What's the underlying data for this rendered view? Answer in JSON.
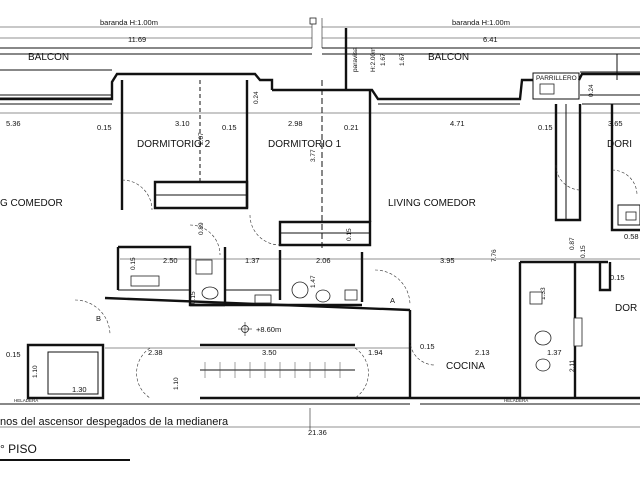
{
  "railing_left": "baranda H:1.00m",
  "railing_right": "baranda H:1.00m",
  "railing_dims": {
    "left": "11.69",
    "right": "6.41"
  },
  "windbreak": "paravisa",
  "windbreak_height": "H:2.00m",
  "windbreak_dims": [
    "1.67",
    "1.67"
  ],
  "rooms": {
    "balcon_left": "BALCON",
    "balcon_right": "BALCON",
    "grill": "PARRILLERO",
    "bedroom_2": "DORMITORIO 2",
    "bedroom_1": "DORMITORIO 1",
    "bedroom_right": "DORI",
    "bedroom_far_right": "DOR",
    "living_left": "G COMEDOR",
    "living_center": "LIVING COMEDOR",
    "kitchen": "COCINA"
  },
  "marks": {
    "a": "A",
    "b": "B"
  },
  "level": "+8.60m",
  "fridge_label": "HELADERA",
  "dimensions": {
    "left_width": "5.36",
    "bedroom2_width": "3.10",
    "bedroom1_width": "2.98",
    "living_width": "4.71",
    "right_width": "3.65",
    "wall_a": "0.15",
    "wall_b": "0.15",
    "wall_c": "0.21",
    "wall_d": "0.15",
    "wall_e": "0.24",
    "wall_f": "0.24",
    "bedroom2_depth": "2.67",
    "bedroom1_depth": "3.77",
    "closet_depth": "0.89",
    "living_depth": "7.76",
    "bath1_width": "2.50",
    "bath2_width": "1.37",
    "bath3_width": "2.06",
    "bath_depth": "1.47",
    "hall_width": "3.95",
    "v_015_a": "0.15",
    "v_015_b": "0.15",
    "v_015_c": "0.15",
    "v_015_d": "0.15",
    "v_087": "0.87",
    "v_015_e": "0.15",
    "v_058": "0.58",
    "v_133": "1.33",
    "elevator_w": "1.30",
    "elevator_d": "1.10",
    "stair_w": "3.50",
    "lobby_left": "2.38",
    "lobby_right": "1.94",
    "stair_d": "1.10",
    "kitchen_w": "2.13",
    "kitchen_bath_w": "1.37",
    "kitchen_bath_d": "2.11",
    "v_015_f": "0.15",
    "v_015_g": "0.15",
    "total_width": "21.36"
  },
  "footer_note": "nos del ascensor despegados de la medianera",
  "floor_title": "° PISO"
}
